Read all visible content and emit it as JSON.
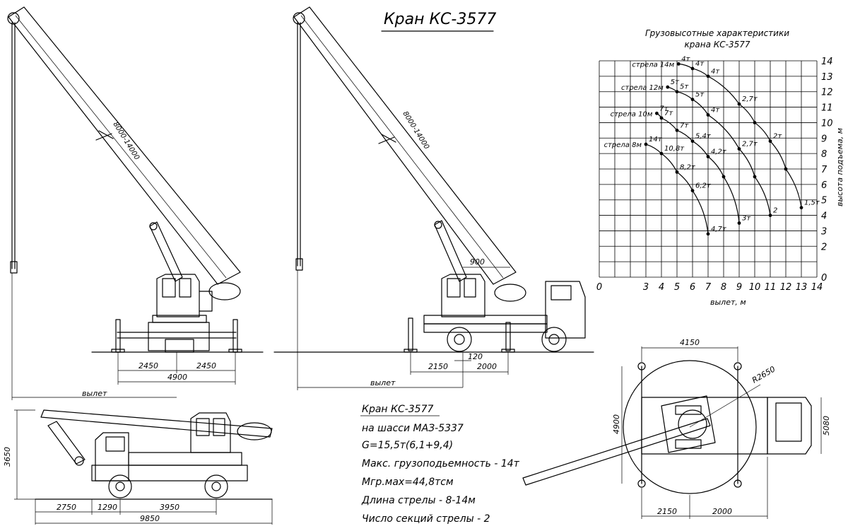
{
  "title": "Кран КС-3577",
  "boom_length_label": "8000-14000",
  "views": {
    "outrigger_front": {
      "dims": [
        "2450",
        "2450",
        "4900"
      ],
      "reach_label": "вылет"
    },
    "outrigger_side": {
      "dims": [
        "2150",
        "2000",
        "120"
      ],
      "offset_label": "900",
      "reach_label": "вылет"
    },
    "transport": {
      "height": "3650",
      "dims": [
        "2750",
        "1290",
        "3950",
        "9850"
      ]
    },
    "plan": {
      "width": "4150",
      "depth": "4900",
      "truck_width": "5080",
      "radius": "R2650",
      "dims": [
        "2150",
        "2000"
      ]
    }
  },
  "specs": [
    "Кран КС-3577",
    "на шасси МАЗ-5337",
    "G=15,5т(6,1+9,4)",
    "Макс. грузоподьемность - 14т",
    "Мгр.мах=44,8тсм",
    "Длина стрелы - 8-14м",
    "Число секций стрелы - 2"
  ],
  "chart_data": {
    "type": "line",
    "title": "Грузовысотные характеристики\nкрана КС-3577",
    "xlabel": "вылет, м",
    "ylabel": "высота подъема, м",
    "xlim": [
      0,
      14
    ],
    "ylim": [
      0,
      14
    ],
    "xticks": [
      "0",
      "3",
      "4",
      "5",
      "6",
      "7",
      "8",
      "9",
      "10",
      "11",
      "12",
      "13",
      "14"
    ],
    "yticks": [
      "0",
      "2",
      "3",
      "4",
      "5",
      "6",
      "7",
      "8",
      "9",
      "10",
      "11",
      "12",
      "13",
      "14"
    ],
    "grid": true,
    "series": [
      {
        "name": "стрела 14м",
        "points": [
          {
            "x": 5.1,
            "y": 13.8,
            "label": "4т"
          },
          {
            "x": 6.0,
            "y": 13.5,
            "label": "4т"
          },
          {
            "x": 7.0,
            "y": 13.0,
            "label": "4т"
          },
          {
            "x": 9.0,
            "y": 11.2,
            "label": "2,7т"
          },
          {
            "x": 10.0,
            "y": 10.0,
            "label": ""
          },
          {
            "x": 11.0,
            "y": 8.8,
            "label": "2т"
          },
          {
            "x": 12.0,
            "y": 7.0,
            "label": ""
          },
          {
            "x": 13.0,
            "y": 4.5,
            "label": "1,5т"
          }
        ]
      },
      {
        "name": "стрела 12м",
        "points": [
          {
            "x": 4.4,
            "y": 12.3,
            "label": "5т"
          },
          {
            "x": 5.0,
            "y": 12.0,
            "label": "5т"
          },
          {
            "x": 6.0,
            "y": 11.5,
            "label": "5т"
          },
          {
            "x": 7.0,
            "y": 10.5,
            "label": "4т"
          },
          {
            "x": 9.0,
            "y": 8.3,
            "label": "2,7т"
          },
          {
            "x": 10.0,
            "y": 6.5,
            "label": ""
          },
          {
            "x": 11.0,
            "y": 4.0,
            "label": "2"
          }
        ]
      },
      {
        "name": "стрела 10м",
        "points": [
          {
            "x": 3.7,
            "y": 10.6,
            "label": "7т"
          },
          {
            "x": 4.0,
            "y": 10.3,
            "label": "7т"
          },
          {
            "x": 5.0,
            "y": 9.5,
            "label": "7т"
          },
          {
            "x": 6.0,
            "y": 8.8,
            "label": "5,4т"
          },
          {
            "x": 7.0,
            "y": 7.8,
            "label": "4,2т"
          },
          {
            "x": 8.0,
            "y": 6.5,
            "label": ""
          },
          {
            "x": 9.0,
            "y": 3.5,
            "label": "3т"
          }
        ]
      },
      {
        "name": "стрела 8м",
        "points": [
          {
            "x": 3.0,
            "y": 8.6,
            "label": "14т"
          },
          {
            "x": 4.0,
            "y": 8.0,
            "label": "10,8т"
          },
          {
            "x": 5.0,
            "y": 6.8,
            "label": "8,2т"
          },
          {
            "x": 6.0,
            "y": 5.6,
            "label": "6,2т"
          },
          {
            "x": 7.0,
            "y": 2.8,
            "label": "4,7т"
          }
        ]
      }
    ]
  }
}
